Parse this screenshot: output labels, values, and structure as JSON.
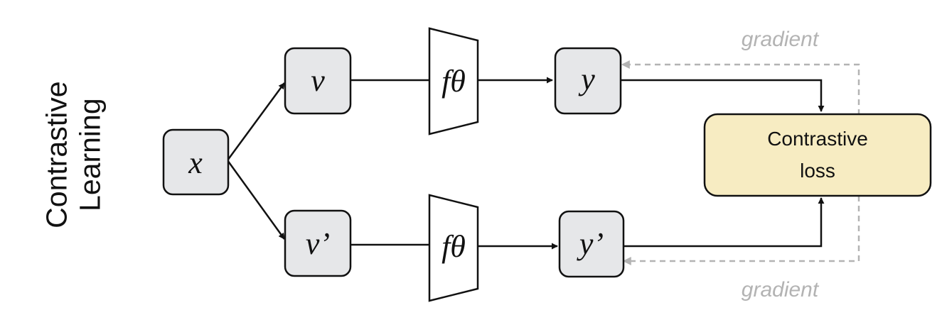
{
  "side_title": {
    "line1": "Contrastive",
    "line2": "Learning"
  },
  "nodes": {
    "x": "x",
    "v": "v",
    "v_prime": "v’",
    "y": "y",
    "y_prime": "y’",
    "encoder_top": "fθ",
    "encoder_bottom": "fθ"
  },
  "loss": {
    "line1": "Contrastive",
    "line2": "loss"
  },
  "gradient_top": "gradient",
  "gradient_bottom": "gradient",
  "colors": {
    "node_fill": "#e6e7e9",
    "loss_fill": "#f7ecc2",
    "stroke": "#111111",
    "gradient": "#b3b3b3"
  }
}
